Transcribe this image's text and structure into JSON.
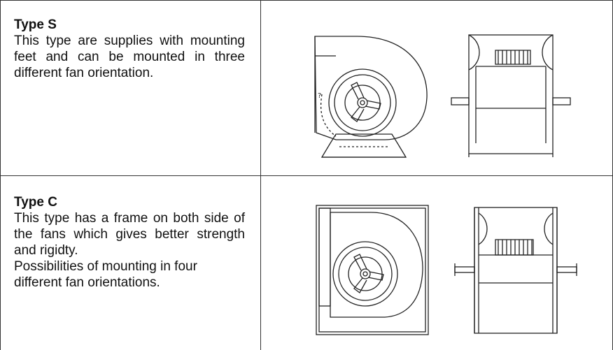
{
  "rows": [
    {
      "title": "Type S",
      "description": "This type are supplies with mounting feet and can be mounted in three different fan orientation."
    },
    {
      "title": "Type C",
      "description_lines": [
        "This type has a frame on both side of the fans which gives better strength and rigidty.",
        "Possibilities of mounting in four different fan orientations."
      ]
    }
  ]
}
